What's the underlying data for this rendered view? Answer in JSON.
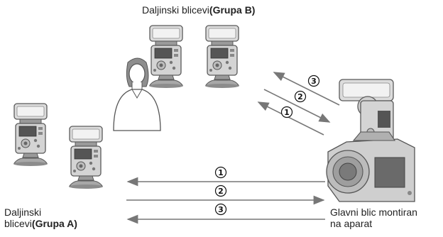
{
  "labels": {
    "group_b_prefix": "Daljinski blicevi",
    "group_b_suffix": "(Grupa B)",
    "group_a_line1": "Daljinski",
    "group_a_prefix": "blicevi",
    "group_a_suffix": "(Grupa A)",
    "main_line1": "Glavni blic montiran",
    "main_line2": "na aparat"
  },
  "steps": [
    "1",
    "2",
    "3"
  ],
  "colors": {
    "arrow": "#777777",
    "flash_body": "#d4d4d4",
    "flash_dark": "#8a8a8a",
    "screen": "#555555",
    "outline": "#5a5a5a"
  },
  "icons": {
    "remote_flash": "flash-unit-icon",
    "person": "person-icon",
    "camera": "camera-with-flash-icon"
  }
}
